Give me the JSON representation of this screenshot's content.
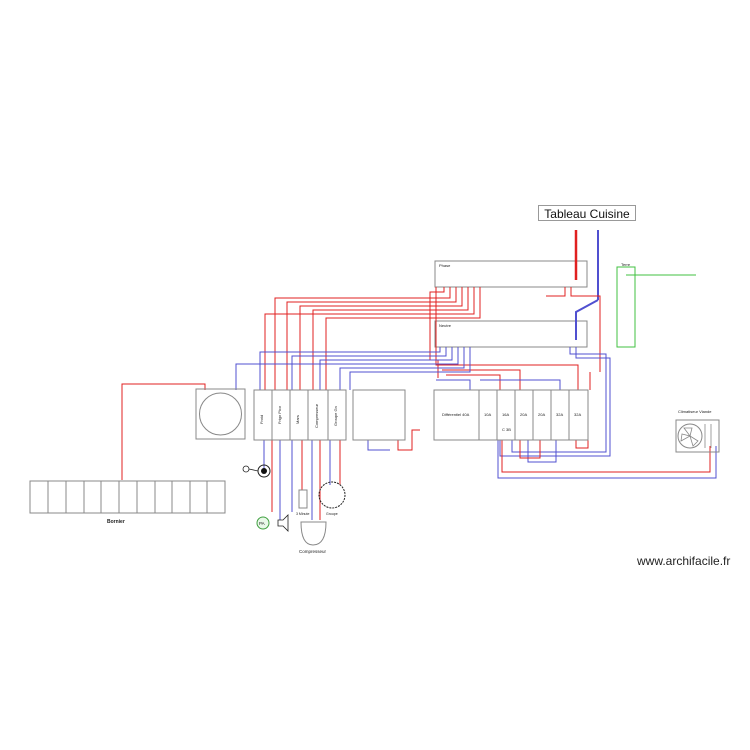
{
  "title": "Tableau Cuisine",
  "watermark": "www.archifacile.fr",
  "labels": {
    "phase": "Phase",
    "neutre": "Neutre",
    "terre": "Terre",
    "bornier": "Bornier",
    "compresseur": "Compresseur",
    "climatiseur": "Climatiseur Viande",
    "groupe": "Groupe",
    "three_minutes": "3 Minute",
    "pa": "PA"
  },
  "modules": [
    "Froid",
    "Frigo Pico",
    "Mars",
    "Compresseur",
    "Groupe Gn"
  ],
  "modules_right": [
    "Différentiel 40A",
    "10A",
    "16A",
    "20A",
    "20A",
    "32A",
    "32A"
  ],
  "c_label": "C 3B",
  "colors": {
    "phase": "#e02020",
    "neutre": "#5050d0",
    "terre": "#40c040",
    "frame": "#888888"
  }
}
